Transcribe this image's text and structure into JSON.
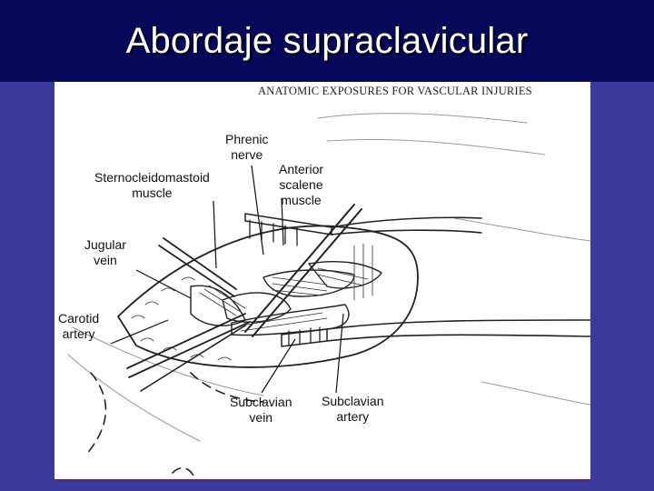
{
  "slide": {
    "title": "Abordaje supraclavicular",
    "colors": {
      "background": "#3a3a9a",
      "title_bar": "#08085a",
      "title_text": "#ffffff"
    }
  },
  "figure": {
    "caption": "ANATOMIC EXPOSURES FOR VASCULAR INJURIES",
    "labels": {
      "phrenic_1": "Phrenic",
      "phrenic_2": "nerve",
      "scm_1": "Sternocleidomastoid",
      "scm_2": "muscle",
      "anterior_1": "Anterior",
      "anterior_2": "scalene",
      "anterior_3": "muscle",
      "jugular_1": "Jugular",
      "jugular_2": "vein",
      "carotid_1": "Carotid",
      "carotid_2": "artery",
      "subvein_1": "Subclavian",
      "subvein_2": "vein",
      "subartery_1": "Subclavian",
      "subartery_2": "artery"
    }
  }
}
